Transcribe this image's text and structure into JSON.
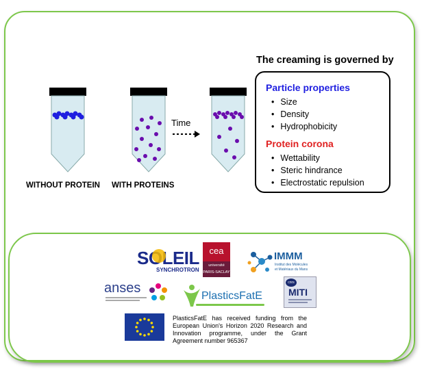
{
  "labels": {
    "without": "WITHOUT PROTEIN",
    "with": "WITH PROTEINS",
    "time": "Time"
  },
  "panel": {
    "heading": "The creaming is governed by",
    "section1": "Particle properties",
    "items1": [
      "Size",
      "Density",
      "Hydrophobicity"
    ],
    "section2": "Protein corona",
    "items2": [
      "Wettability",
      "Steric hindrance",
      "Electrostatic repulsion"
    ]
  },
  "logos": {
    "soleil": "SOLEIL",
    "soleil_sub": "SYNCHROTRON",
    "cea": "cea",
    "cea_sub1": "université",
    "cea_sub2": "PARIS-SACLAY",
    "immm": "IMMM",
    "immm_sub1": "Institut des Molécules",
    "immm_sub2": "et Matériaux du Mans",
    "anses": "anses",
    "plasticsfate": "PlasticsFatE",
    "cnrs": "cnrs",
    "miti": "MITI"
  },
  "funding": "PlasticsFatE has received funding from the European Union's Horizon 2020 Research and Innovation programme, under the Grant Agreement number 965367",
  "colors": {
    "green": "#7cc74a",
    "blue": "#1f1fe0",
    "red": "#e02020",
    "purple": "#6a0dad",
    "tube": "#d6eaf0"
  }
}
